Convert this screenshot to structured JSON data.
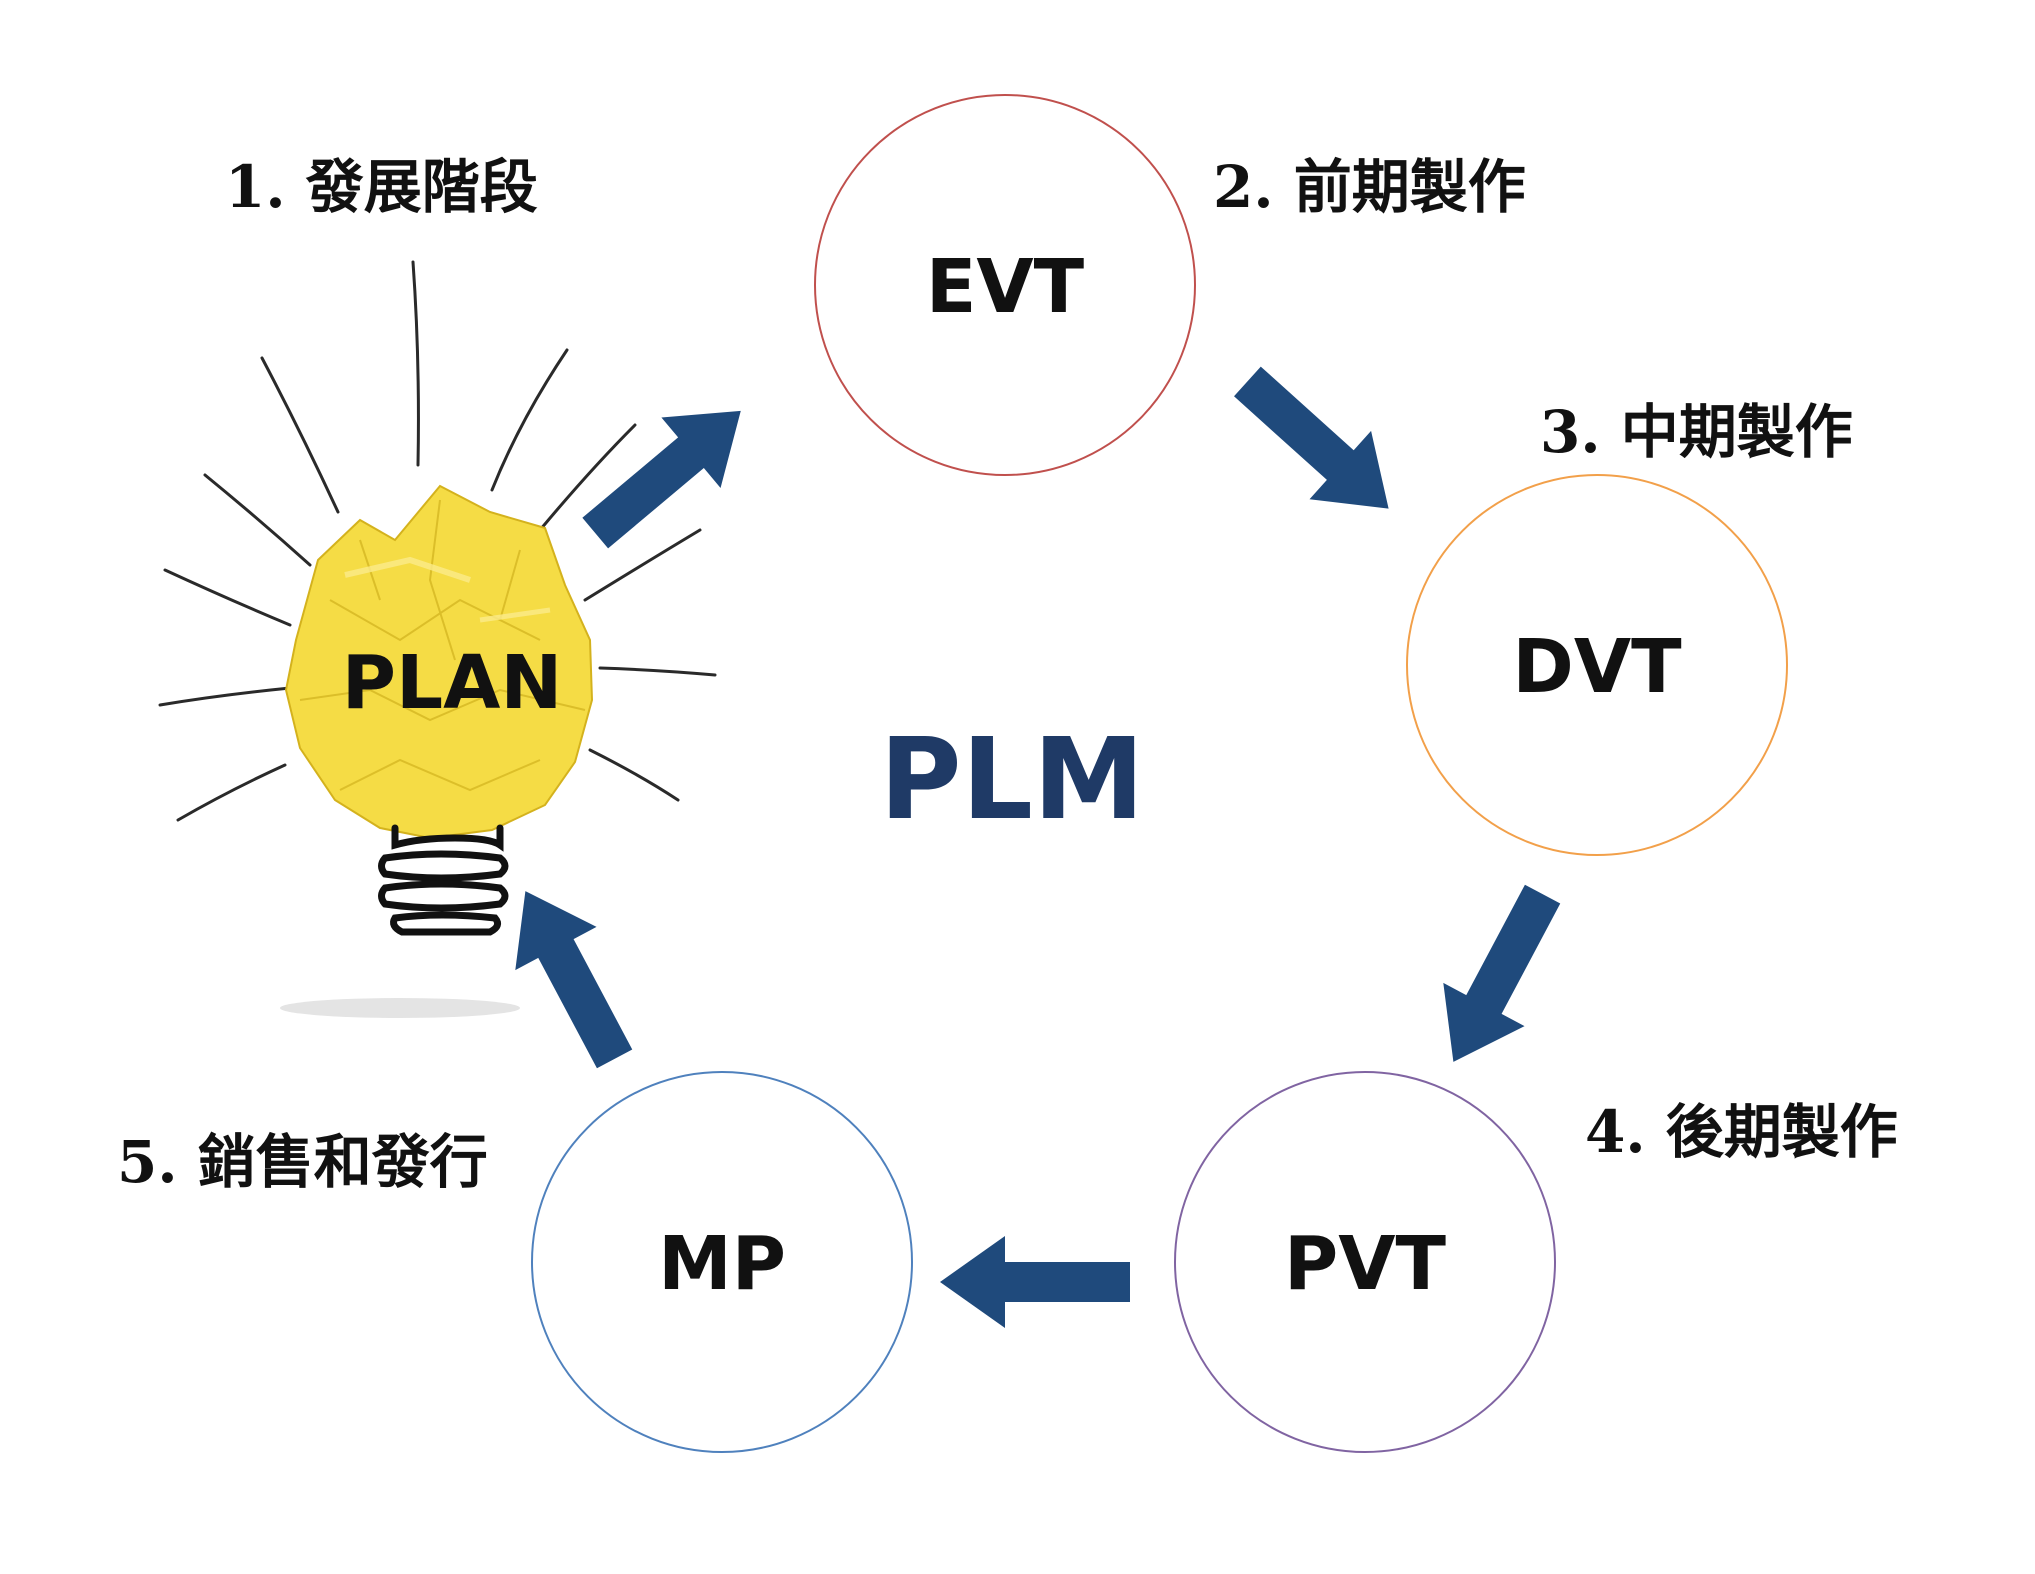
{
  "center_title": "PLM",
  "stages": [
    {
      "label": "1. 發展階段",
      "node": "PLAN"
    },
    {
      "label": "2. 前期製作",
      "node": "EVT"
    },
    {
      "label": "3. 中期製作",
      "node": "DVT"
    },
    {
      "label": "4. 後期製作",
      "node": "PVT"
    },
    {
      "label": "5. 銷售和發行",
      "node": "MP"
    }
  ],
  "colors": {
    "arrow": "#1f4a7c",
    "title": "#1f3a66",
    "evt_ring": "#c0504d",
    "dvt_ring": "#f2a04a",
    "pvt_ring": "#8064a2",
    "mp_ring": "#4f81bd",
    "bulb": "#f5dc45"
  },
  "icons": {
    "plan": "crumpled-paper-lightbulb-icon"
  }
}
